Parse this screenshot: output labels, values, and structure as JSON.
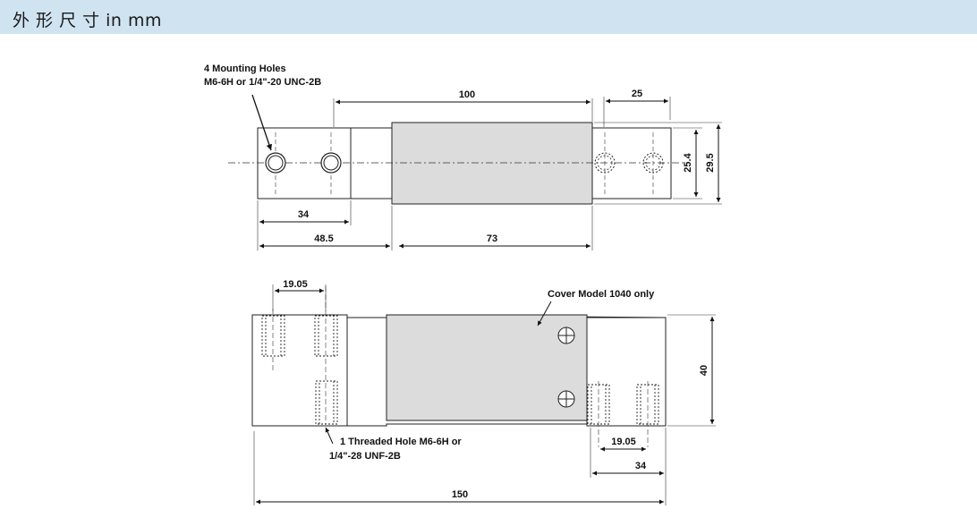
{
  "header": {
    "title": "外 形 尺 寸 in mm"
  },
  "top_view": {
    "mount_title": "4 Mounting Holes",
    "mount_thread": "M6-6H or 1/4\"-20 UNC-2B",
    "dim_100": "100",
    "dim_25": "25",
    "dim_25_4": "25.4",
    "dim_29_5": "29.5",
    "dim_34": "34",
    "dim_48_5": "48.5",
    "dim_73": "73"
  },
  "side_view": {
    "dim_19_05_top": "19.05",
    "cover_note": "Cover Model 1040 only",
    "dim_40": "40",
    "thread_line1": "1 Threaded Hole M6-6H or",
    "thread_line2": "1/4\"-28 UNF-2B",
    "dim_19_05_bottom": "19.05",
    "dim_34": "34",
    "dim_150": "150"
  }
}
